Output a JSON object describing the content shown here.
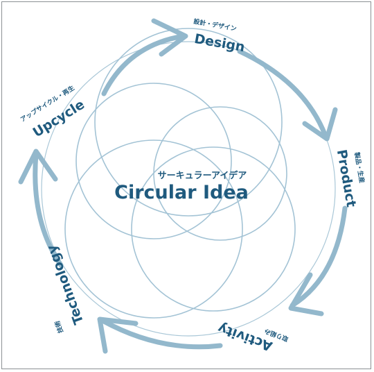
{
  "diagram": {
    "center_title": "Circular Idea",
    "center_subtitle": "サーキュラーアイデア",
    "nodes": [
      {
        "key": "design",
        "title": "Design",
        "subtitle": "設計・デザイン"
      },
      {
        "key": "product",
        "title": "Product",
        "subtitle": "製品・生産"
      },
      {
        "key": "activity",
        "title": "Activity",
        "subtitle": "取り組み"
      },
      {
        "key": "technology",
        "title": "Technology",
        "subtitle": "技術"
      },
      {
        "key": "upcycle",
        "title": "Upcycle",
        "subtitle": "アップサイクル・再生"
      }
    ],
    "colors": {
      "line": "#9ebfd1",
      "arrow": "#93b8cc",
      "text": "#1f5a7e",
      "border": "#8a8f93"
    }
  }
}
